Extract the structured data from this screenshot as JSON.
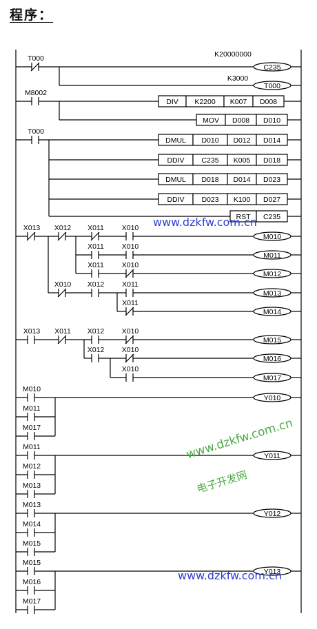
{
  "title": "程序：",
  "watermarks": {
    "site_blue": "www.dzkfw.com.cn",
    "site_green": "www.dzkfw.com.cn",
    "label_green": "电子开发网",
    "site_blue_bottom": "www.dzkfw.com.cn"
  },
  "rungs": [
    {
      "contacts": [
        "T000"
      ],
      "outputs": [
        "C235",
        "K20000000",
        "T000",
        "K3000"
      ]
    },
    {
      "contacts": [
        "M8002"
      ],
      "outputs": [
        "DIV",
        "K2200",
        "K007",
        "D008",
        "MOV",
        "D008",
        "D010"
      ]
    },
    {
      "contacts": [
        "T000"
      ],
      "outputs": [
        "DMUL",
        "D010",
        "D012",
        "D014",
        "DDIV",
        "C235",
        "K005",
        "D018",
        "DMUL",
        "D018",
        "D014",
        "D023",
        "DDIV",
        "D023",
        "K100",
        "D027",
        "RST",
        "C235"
      ]
    },
    {
      "contacts": [
        "X013",
        "X012",
        "X011",
        "X010",
        "X011",
        "X010",
        "X011",
        "X010",
        "X010",
        "X012",
        "X011",
        "X011"
      ],
      "outputs": [
        "M010",
        "M011",
        "M012",
        "M013",
        "M014"
      ]
    },
    {
      "contacts": [
        "X013",
        "X011",
        "X012",
        "X010",
        "X012",
        "X010",
        "X010"
      ],
      "outputs": [
        "M015",
        "M016",
        "M017"
      ]
    },
    {
      "contacts": [
        "M010",
        "M011",
        "M017"
      ],
      "outputs": [
        "Y010"
      ]
    },
    {
      "contacts": [
        "M011",
        "M012",
        "M013"
      ],
      "outputs": [
        "Y011"
      ]
    },
    {
      "contacts": [
        "M013",
        "M014",
        "M015"
      ],
      "outputs": [
        "Y012"
      ]
    },
    {
      "contacts": [
        "M015",
        "M016",
        "M017"
      ],
      "outputs": [
        "Y013"
      ]
    }
  ]
}
